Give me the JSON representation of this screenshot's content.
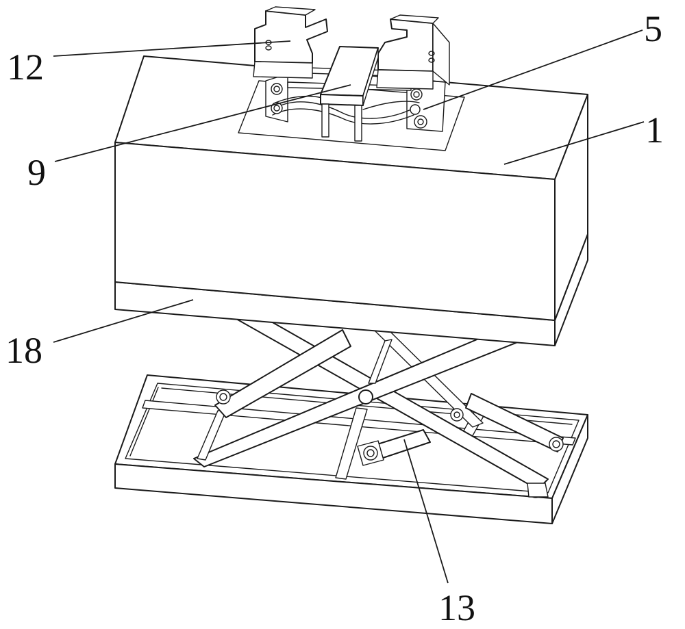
{
  "figure": {
    "callouts": [
      {
        "id": "part-12",
        "label": "12"
      },
      {
        "id": "part-5",
        "label": "5"
      },
      {
        "id": "part-1",
        "label": "1"
      },
      {
        "id": "part-9",
        "label": "9"
      },
      {
        "id": "part-18",
        "label": "18"
      },
      {
        "id": "part-13",
        "label": "13"
      }
    ]
  }
}
